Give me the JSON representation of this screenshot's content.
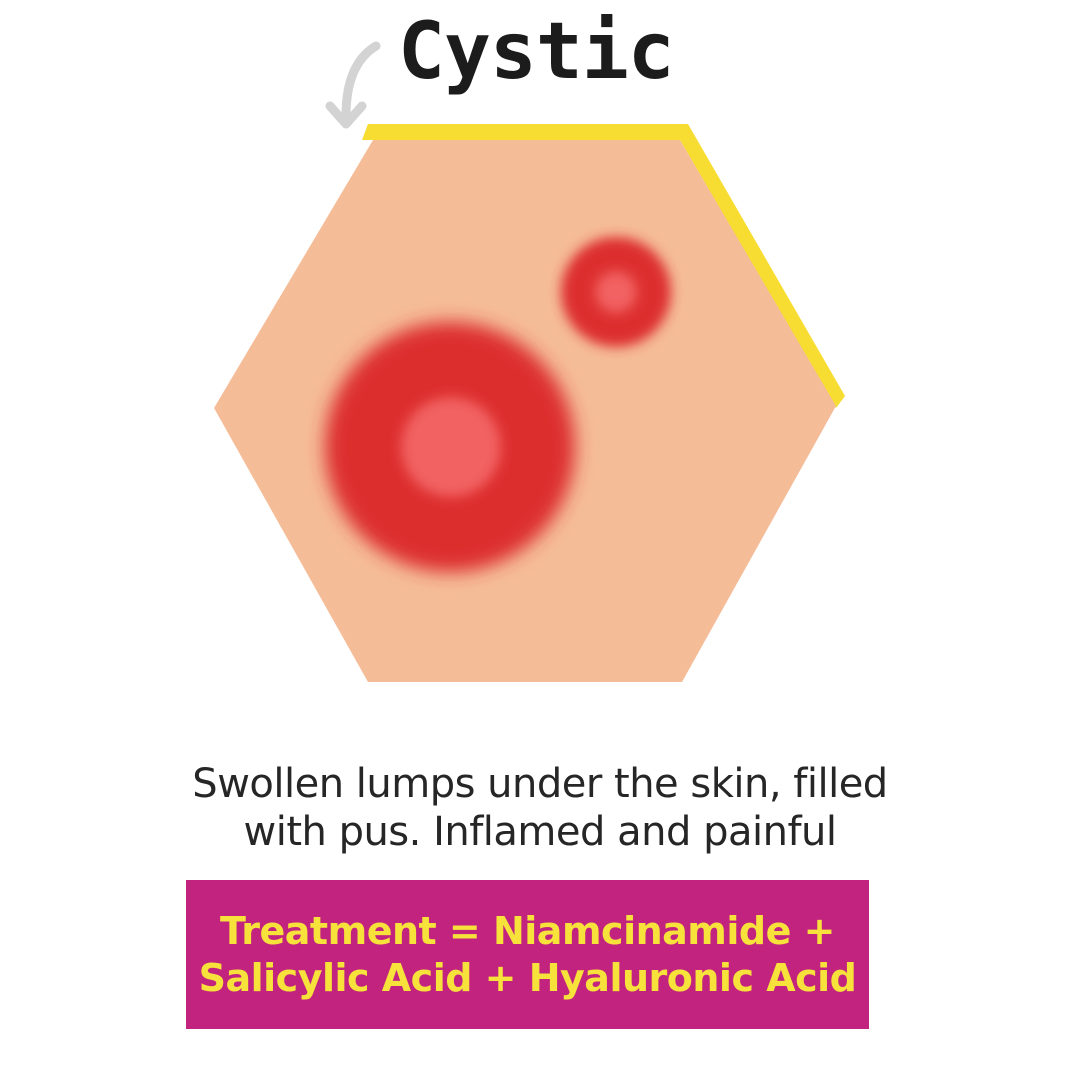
{
  "title": "Cystic",
  "description": {
    "line1": "Swollen lumps under the skin, filled",
    "line2": "with pus. Inflamed and painful"
  },
  "treatment": {
    "line1": "Treatment = Niamcinamide +",
    "line2": "Salicylic Acid + Hyaluronic Acid"
  },
  "icons": {
    "arrow": "curved-arrow-icon"
  },
  "colors": {
    "skin": "#f5bc98",
    "border": "#f7dd31",
    "lesion": "#dd2e2e",
    "lesion_core": "#f26262",
    "treatment_bg": "#c2237e",
    "treatment_text": "#f7e23b",
    "arrow": "#d3d3d3"
  }
}
